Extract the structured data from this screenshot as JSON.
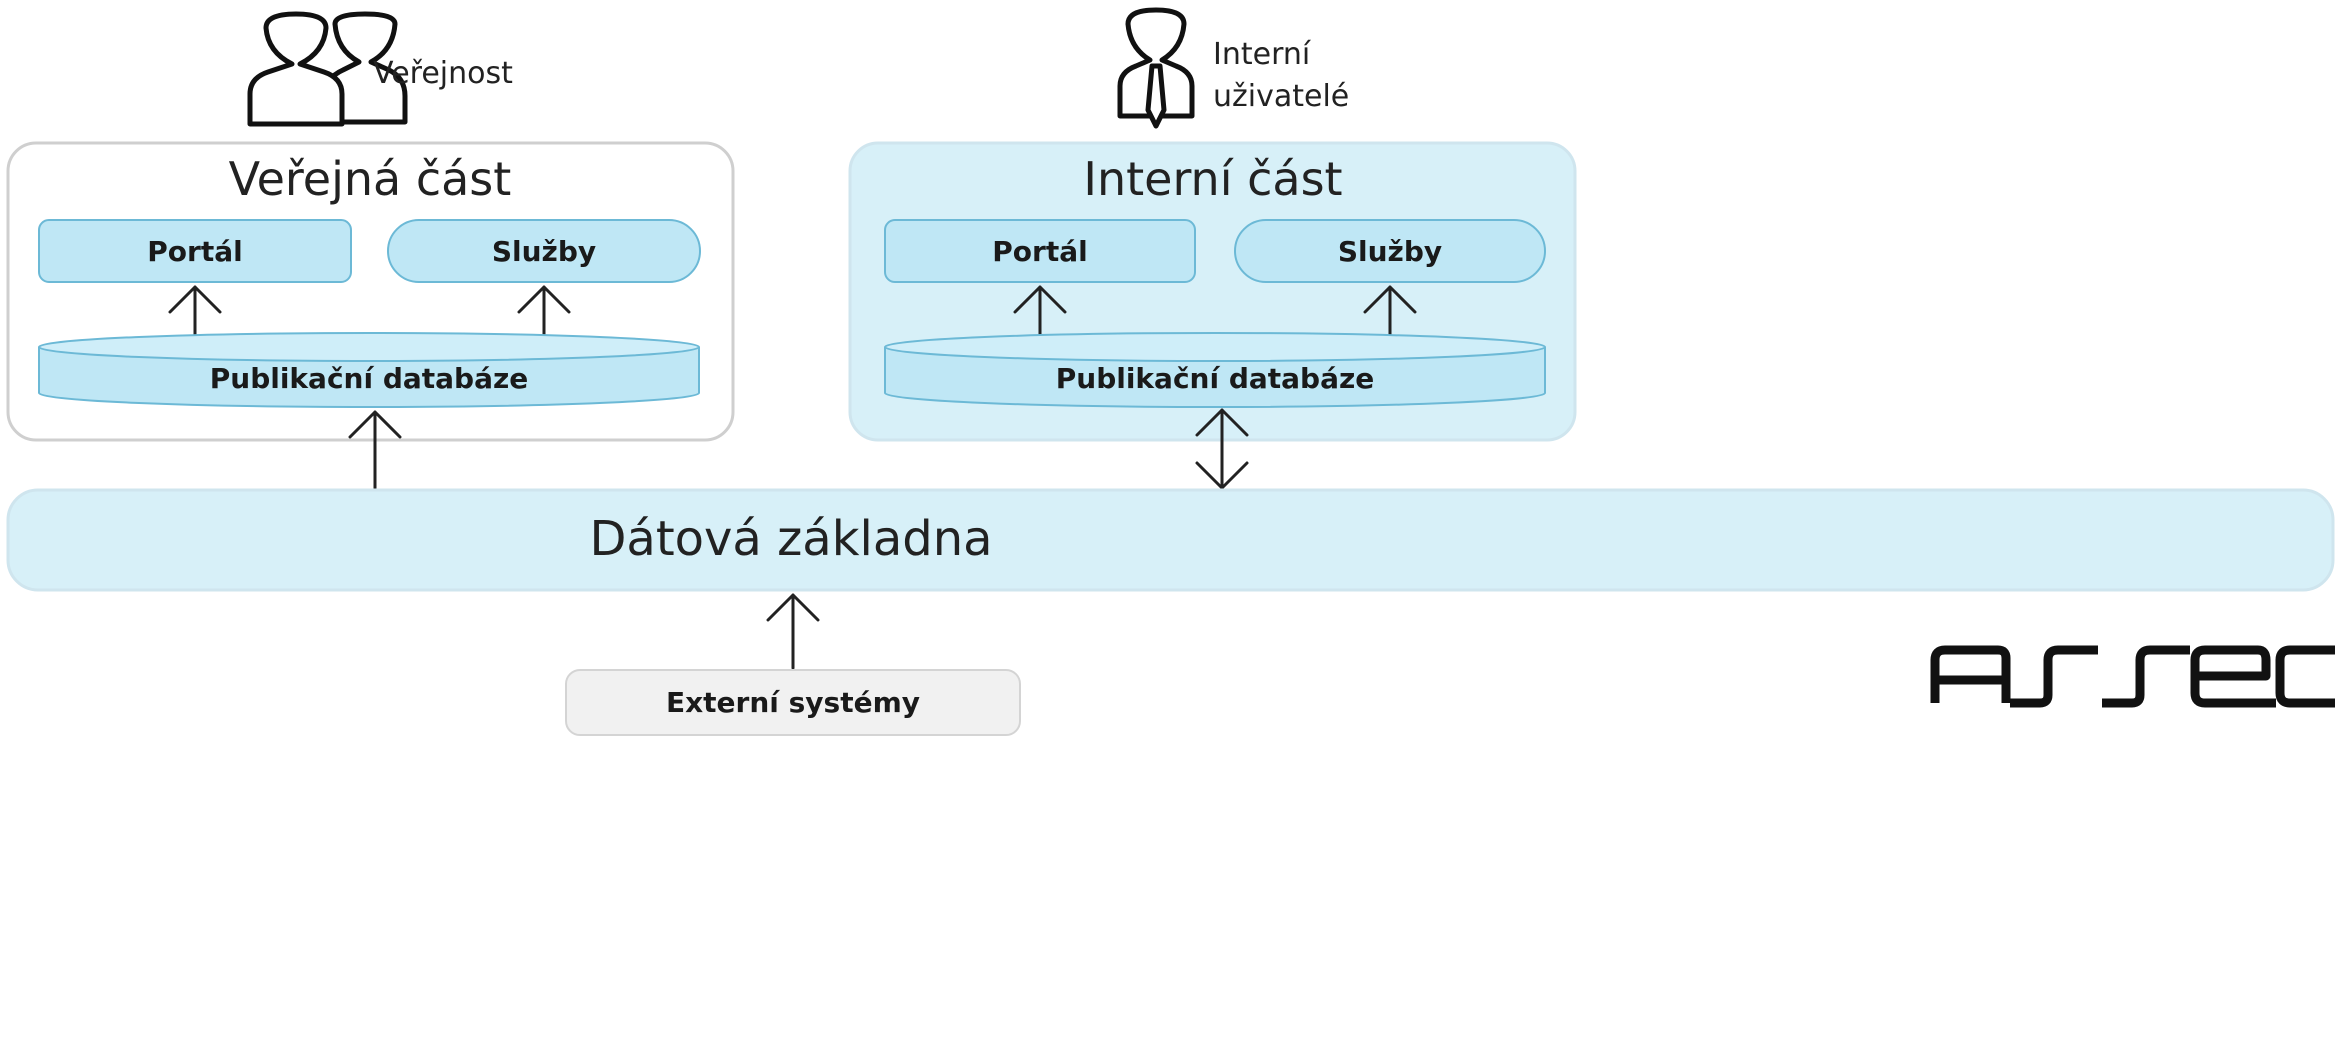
{
  "actors": {
    "public": {
      "label": "Veřejnost"
    },
    "internal": {
      "label_line1": "Interní",
      "label_line2": "uživatelé"
    }
  },
  "public_section": {
    "title": "Veřejná část",
    "portal": "Portál",
    "services": "Služby",
    "database": "Publikační databáze"
  },
  "internal_section": {
    "title": "Interní část",
    "portal": "Portál",
    "services": "Služby",
    "database": "Publikační databáze"
  },
  "data_base": {
    "label": "Dátová základna"
  },
  "external": {
    "label": "Externí systémy"
  },
  "colors": {
    "box_fill": "#bfe7f5",
    "box_stroke": "#6cb9d6",
    "section_light_fill": "#ffffff",
    "section_light_stroke": "#cfcfcf",
    "section_blue_fill": "#d7f0f8",
    "base_fill": "#d7f0f8",
    "external_fill": "#f1f1f1",
    "logo": "#111111"
  },
  "logo": {
    "name": "asseco-logo"
  }
}
